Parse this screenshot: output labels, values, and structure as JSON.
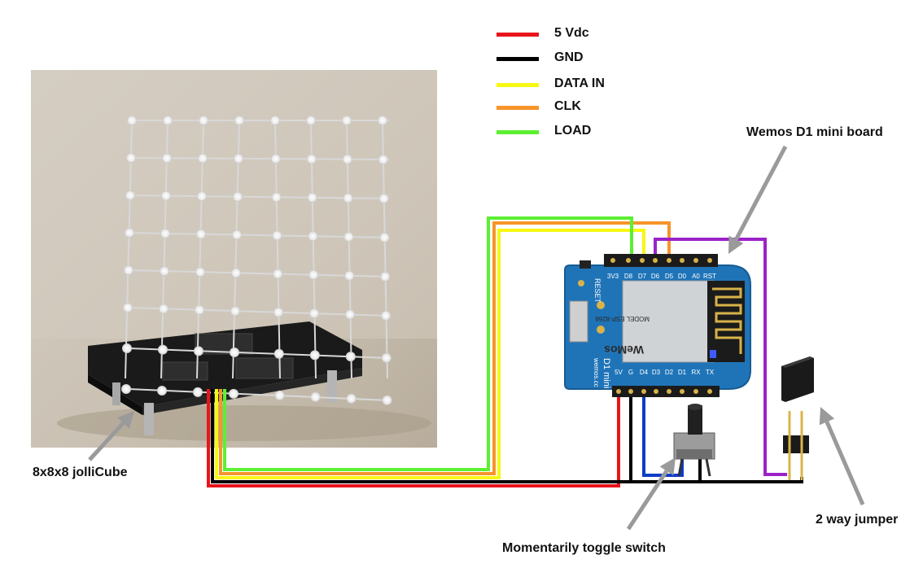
{
  "legend": [
    {
      "label": "5 Vdc",
      "color": "#e8141c"
    },
    {
      "label": "GND",
      "color": "#000000"
    },
    {
      "label": "DATA IN",
      "color": "#f7f714"
    },
    {
      "label": "CLK",
      "color": "#f7942a"
    },
    {
      "label": "LOAD",
      "color": "#5cf032"
    }
  ],
  "labels": {
    "cube": "8x8x8 jolliCube",
    "board": "Wemos D1 mini board",
    "switch": "Momentarily toggle switch",
    "jumper": "2 way jumper"
  },
  "board": {
    "top_pins": [
      "3V3",
      "D8",
      "D7",
      "D6",
      "D5",
      "D0",
      "A0",
      "RST"
    ],
    "bottom_pins": [
      "5V",
      "G",
      "D4",
      "D3",
      "D2",
      "D1",
      "RX",
      "TX"
    ],
    "reset_text": "RESET",
    "name_text": "D1 mini",
    "site_text": "wemos.cc",
    "module_text": "MODEL ESP-8266",
    "brand_text": "WeMos"
  },
  "colors": {
    "wire_purple": "#9b22c8",
    "wire_blue": "#0f3cc8",
    "board_blue": "#1f74b8",
    "arrow_gray": "#9a9a9a"
  }
}
